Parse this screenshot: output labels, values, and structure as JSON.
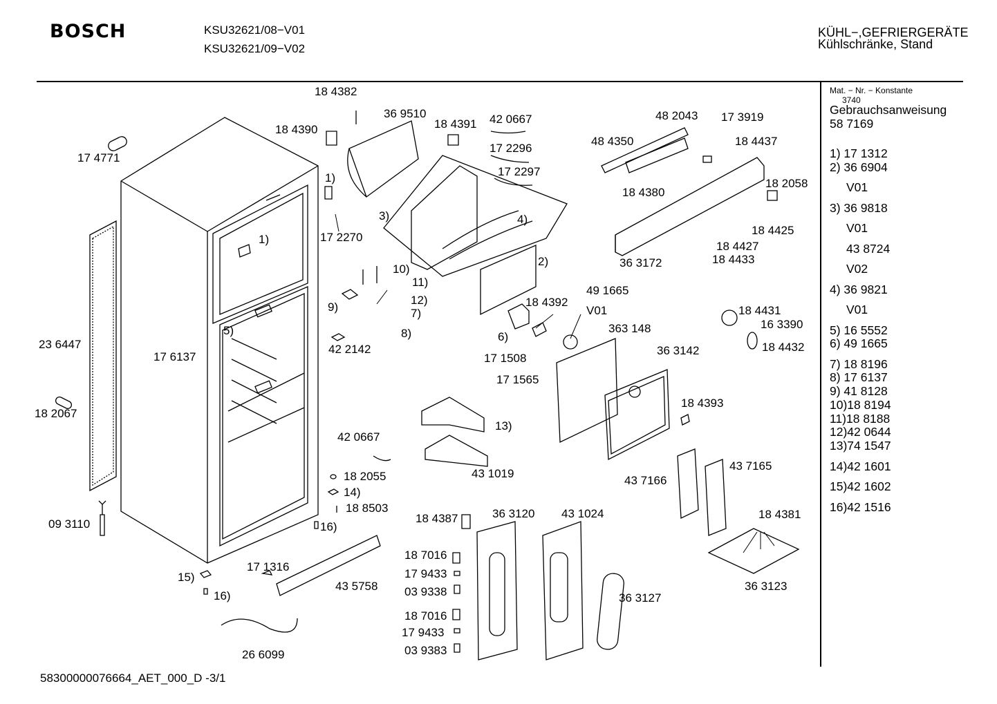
{
  "brand": "BOSCH",
  "models": [
    "KSU32621/08−V01",
    "KSU32621/09−V02"
  ],
  "category": {
    "line1": "KÜHL−,GEFRIERGERÄTE",
    "line2": "Kühlschränke, Stand"
  },
  "sidebar": {
    "header": "Mat. − Nr. − Konstante",
    "constant": "3740",
    "manual_label": "Gebrauchsanweisung",
    "manual_number": "58 7169",
    "refs": [
      "1) 17 1312",
      "2) 36 6904",
      "V01",
      "3) 36 9818",
      "V01",
      "43 8724",
      "V02",
      "4) 36 9821",
      "V01",
      "5) 16 5552",
      "6) 49 1665",
      "7) 18 8196",
      "8) 17 6137",
      "9) 41 8128",
      "10)18 8194",
      "11)18 8188",
      "12)42 0644",
      "13)74 1547",
      "14)42 1601",
      "15)42 1602",
      "16)42 1516"
    ]
  },
  "part_labels": [
    "18 4382",
    "36 9510",
    "18 4390",
    "18 4391",
    "42 0667",
    "17 2296",
    "17 2297",
    "1)",
    "17 2270",
    "3)",
    "4)",
    "2)",
    "17 4771",
    "1)",
    "5)",
    "17 6137",
    "23 6447",
    "18 2067",
    "09 3110",
    "10)",
    "11)",
    "12)",
    "7)",
    "8)",
    "9)",
    "42 2142",
    "48 2043",
    "17 3919",
    "48 4350",
    "18 4437",
    "18 4380",
    "18 2058",
    "18 4425",
    "18 4427",
    "18 4433",
    "36 3172",
    "49 1665",
    "18 4392",
    "V01",
    "6)",
    "17 1508",
    "17 1565",
    "363 148",
    "36 3142",
    "18 4431",
    "16 3390",
    "18 4432",
    "18 4393",
    "13)",
    "42 0667",
    "43 1019",
    "18 2055",
    "14)",
    "18 8503",
    "16)",
    "43 7166",
    "43 7165",
    "18 4381",
    "36 3123",
    "18 4387",
    "36 3120",
    "43 1024",
    "18 7016",
    "17 9433",
    "03 9338",
    "18 7016",
    "17 9433",
    "03 9383",
    "36 3127",
    "17 1316",
    "15)",
    "16)",
    "43 5758",
    "26 6099"
  ],
  "footer": "58300000076664_AET_000_D  -3/1"
}
